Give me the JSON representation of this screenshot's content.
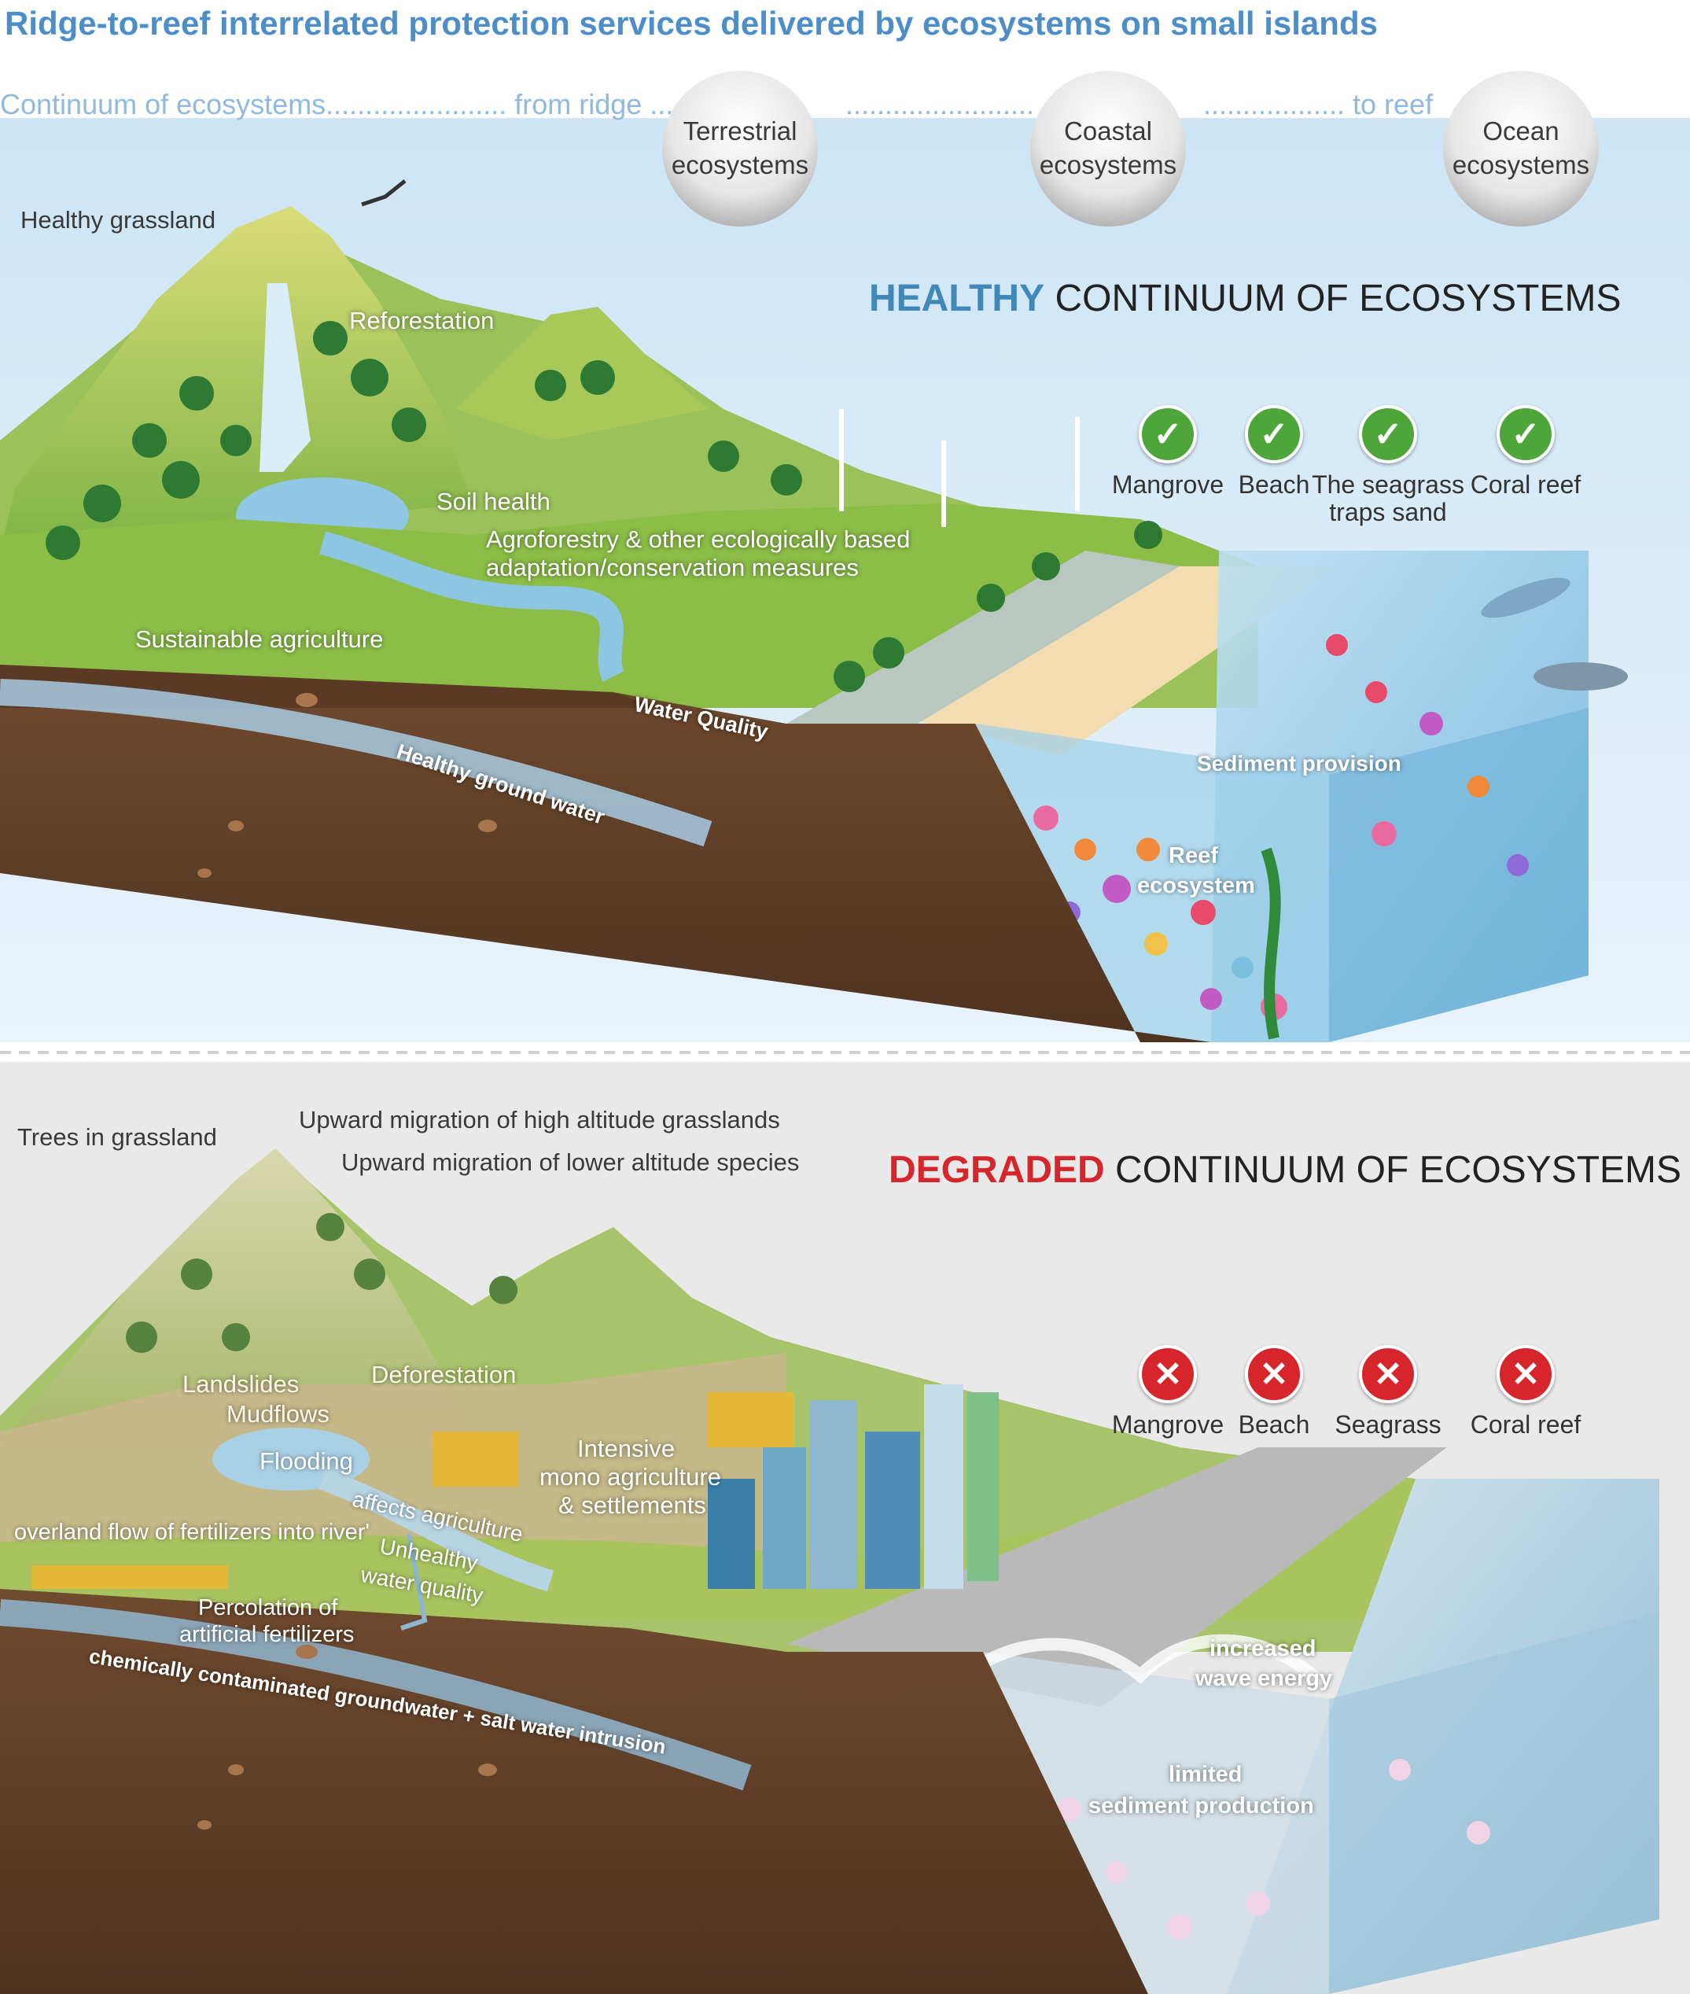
{
  "title": "Ridge-to-reef interrelated protection services delivered by ecosystems on small islands",
  "continuum": {
    "part1": "Continuum of ecosystems....................... from ridge .....",
    "part2": "........................",
    "part3": ".................. to reef"
  },
  "ecosystems": [
    {
      "label": "Terrestrial\necosystems"
    },
    {
      "label": "Coastal\necosystems"
    },
    {
      "label": "Ocean\necosystems"
    }
  ],
  "healthy": {
    "heading_key": "HEALTHY",
    "heading_rest": " CONTINUUM OF ECOSYSTEMS",
    "status_items": [
      {
        "label": "Mangrove",
        "icon": "check-icon"
      },
      {
        "label": "Beach",
        "icon": "check-icon"
      },
      {
        "label": "The seagrass\ntraps sand",
        "icon": "check-icon"
      },
      {
        "label": "Coral reef",
        "icon": "check-icon"
      }
    ],
    "labels": {
      "healthy_grassland": "Healthy grassland",
      "reforestation": "Reforestation",
      "soil_health": "Soil health",
      "agroforestry_1": "Agroforestry & other ecologically based",
      "agroforestry_2": "adaptation/conservation measures",
      "sustainable_agriculture": "Sustainable agriculture",
      "water_quality": "Water Quality",
      "healthy_ground_water": "Healthy ground water",
      "sediment_provision": "Sediment provision",
      "reef_1": "Reef",
      "reef_2": "ecosystem"
    }
  },
  "degraded": {
    "heading_key": "DEGRADED",
    "heading_rest": " CONTINUUM OF ECOSYSTEMS",
    "status_items": [
      {
        "label": "Mangrove",
        "icon": "cross-icon"
      },
      {
        "label": "Beach",
        "icon": "cross-icon"
      },
      {
        "label": "Seagrass",
        "icon": "cross-icon"
      },
      {
        "label": "Coral reef",
        "icon": "cross-icon"
      }
    ],
    "labels": {
      "trees_in_grassland": "Trees in grassland",
      "upward_high": "Upward migration of high altitude grasslands",
      "upward_lower": "Upward migration of lower altitude species",
      "landslides": "Landslides",
      "mudflows": "Mudflows",
      "deforestation": "Deforestation",
      "flooding": "Flooding",
      "intensive_1": "Intensive",
      "intensive_2": "mono agriculture",
      "intensive_3": "& settlements",
      "affects_agriculture": "affects agriculture",
      "unhealthy_1": "Unhealthy",
      "unhealthy_2": "water quality",
      "overland_flow": "overland flow of fertilizers into river'",
      "percolation_1": "Percolation of",
      "percolation_2": "artificial fertilizers",
      "contaminated": "chemically contaminated groundwater + salt water intrusion",
      "wave_1": "increased",
      "wave_2": "wave energy",
      "limited_1": "limited",
      "limited_2": "sediment production"
    }
  },
  "colors": {
    "title_blue": "#4d8ec9",
    "healthy_blue": "#3f88b8",
    "degraded_red": "#d7262b",
    "check_green": "#4ea53a",
    "sky_top": "#cfe6f5",
    "degraded_bg": "#eaeaea"
  }
}
